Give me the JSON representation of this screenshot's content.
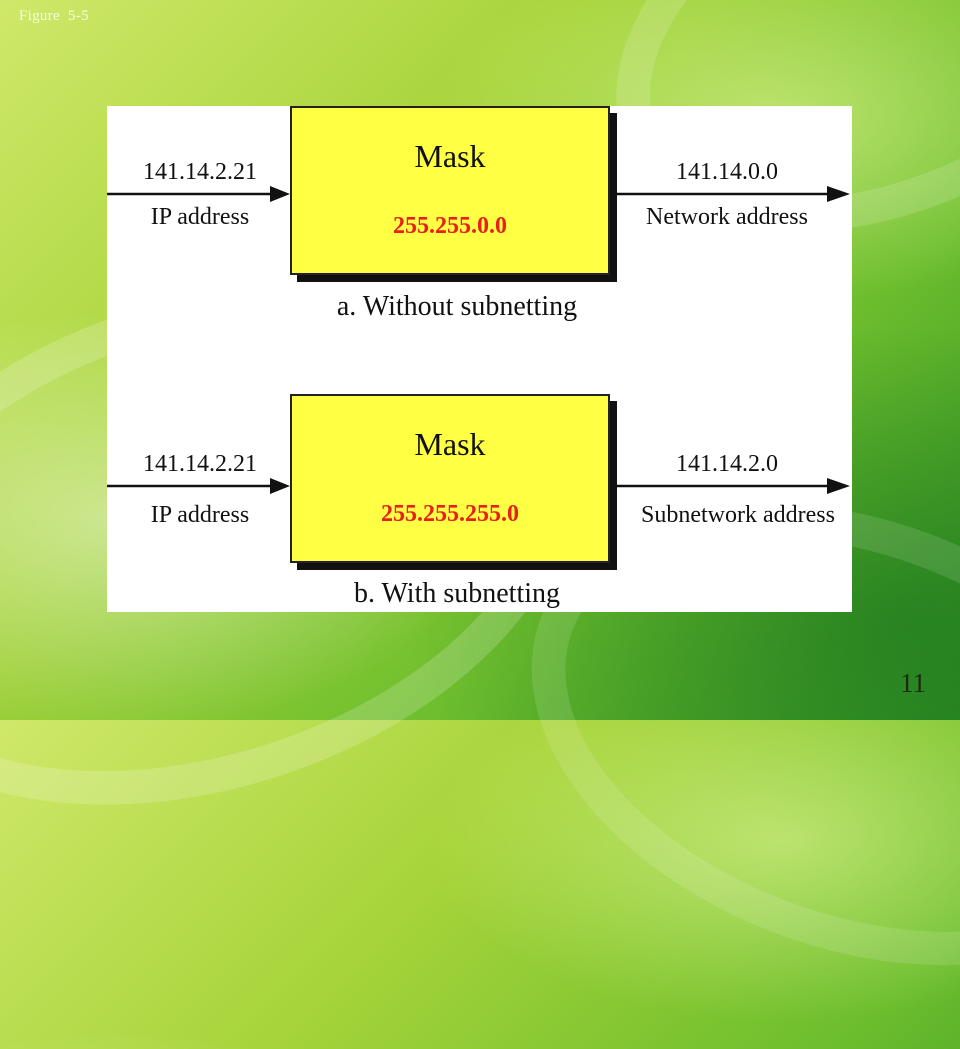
{
  "figure_label": "Figure  5-5",
  "page_number": "11",
  "colors": {
    "mask_fill": "#ffff44",
    "mask_value": "#e8201a",
    "panel": "#ffffff"
  },
  "diagram_a": {
    "input_value": "141.14.2.21",
    "input_label": "IP address",
    "mask_title": "Mask",
    "mask_value": "255.255.0.0",
    "output_value": "141.14.0.0",
    "output_label": "Network address",
    "caption": "a. Without subnetting"
  },
  "diagram_b": {
    "input_value": "141.14.2.21",
    "input_label": "IP address",
    "mask_title": "Mask",
    "mask_value": "255.255.255.0",
    "output_value": "141.14.2.0",
    "output_label": "Subnetwork address",
    "caption": "b. With subnetting"
  }
}
